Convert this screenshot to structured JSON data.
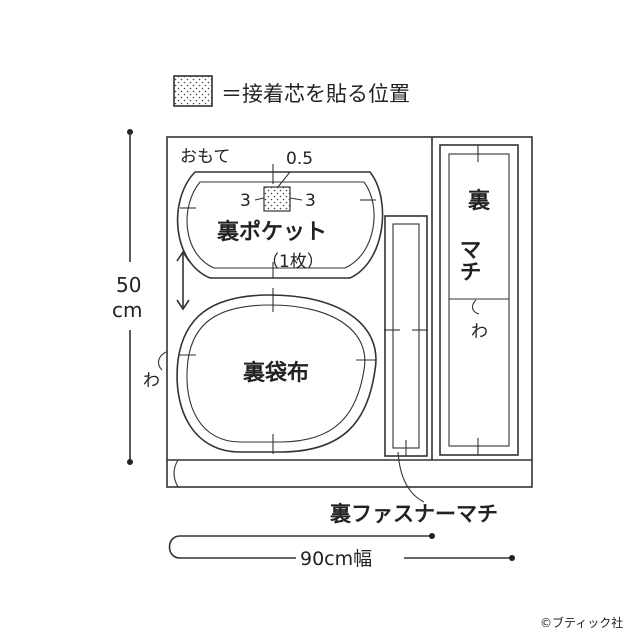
{
  "legend": {
    "text": "＝接着芯を貼る位置",
    "icon": "dotted-square-icon"
  },
  "fabric": {
    "side_label": "おもて",
    "height_label_num": "50",
    "height_label_unit": "cm",
    "width_label": "90cm幅",
    "fold_mark": "わ"
  },
  "pieces": {
    "pocket": {
      "name": "裏ポケット",
      "count": "（1枚）",
      "dim_top": "0.5",
      "dim_left": "3",
      "dim_right": "3"
    },
    "bag": {
      "name": "裏袋布"
    },
    "zipper_gusset": {
      "name": "裏ファスナーマチ"
    },
    "gusset": {
      "name_line1": "裏",
      "name_line2": "マチ",
      "fold_mark": "わ"
    }
  },
  "copyright": "©ブティック社"
}
